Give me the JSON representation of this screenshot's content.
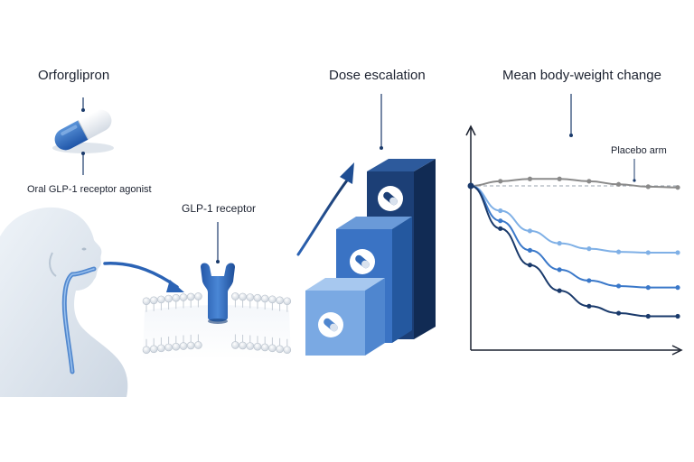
{
  "labels": {
    "drug_name": "Orforglipron",
    "drug_description": "Oral GLP-1 receptor agonist",
    "receptor": "GLP-1 receptor",
    "dose_escalation": "Dose escalation",
    "weight_change": "Mean body-weight change",
    "placebo": "Placebo arm"
  },
  "colors": {
    "navy": "#1a3a6b",
    "mid_blue": "#3a78c9",
    "light_blue": "#7fb0e6",
    "placebo_gray": "#8a8a8a"
  },
  "icons": [
    "capsule-icon",
    "human-silhouette-icon",
    "cell-membrane-icon",
    "receptor-icon",
    "dose-steps-icon",
    "pill-icon",
    "arrow-icon"
  ],
  "chart_data": {
    "type": "line",
    "title": "Mean body-weight change",
    "xlabel": "",
    "ylabel": "",
    "x": [
      0,
      1,
      2,
      3,
      4,
      5,
      6,
      7
    ],
    "series": [
      {
        "name": "Placebo arm",
        "color": "#8a8a8a",
        "values": [
          0,
          0.6,
          0.9,
          0.9,
          0.6,
          0.2,
          -0.1,
          -0.2
        ]
      },
      {
        "name": "",
        "color": "#7fb0e6",
        "values": [
          0,
          -3.2,
          -5.8,
          -7.4,
          -8.1,
          -8.5,
          -8.6,
          -8.6
        ]
      },
      {
        "name": "",
        "color": "#3a78c9",
        "values": [
          0,
          -4.5,
          -8.3,
          -10.8,
          -12.2,
          -12.9,
          -13.1,
          -13.1
        ]
      },
      {
        "name": "",
        "color": "#1a3a6b",
        "values": [
          0,
          -5.5,
          -10.2,
          -13.5,
          -15.5,
          -16.4,
          -16.8,
          -16.8
        ]
      }
    ],
    "baseline_dashed": true,
    "axis_ticks": false,
    "grid": false
  }
}
